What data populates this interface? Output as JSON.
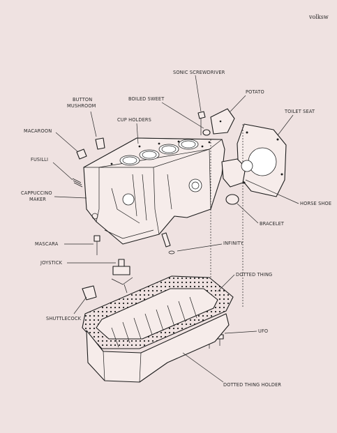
{
  "corner_text": "volksw",
  "labels": {
    "sonic_screwdriver": "SONIC SCREWDRIVER",
    "potato": "POTATO",
    "button_mushroom_1": "BUTTON",
    "button_mushroom_2": "MUSHROOM",
    "boiled_sweet": "BOILED SWEET",
    "toilet_seat": "TOILET SEAT",
    "cup_holders": "CUP HOLDERS",
    "macaroon": "MACAROON",
    "fusilli": "FUSILLI",
    "cappuccino_maker_1": "CAPPUCCINO",
    "cappuccino_maker_2": "MAKER",
    "horse_shoe": "HORSE SHOE",
    "bracelet": "BRACELET",
    "mascara": "MASCARA",
    "infinity": "INFINITY",
    "joystick": "JOYSTICK",
    "dotted_thing": "DOTTED THING",
    "shuttlecock": "SHUTTLECOCK",
    "ufo": "UFO",
    "dotted_thing_holder": "DOTTED THING HOLDER"
  }
}
